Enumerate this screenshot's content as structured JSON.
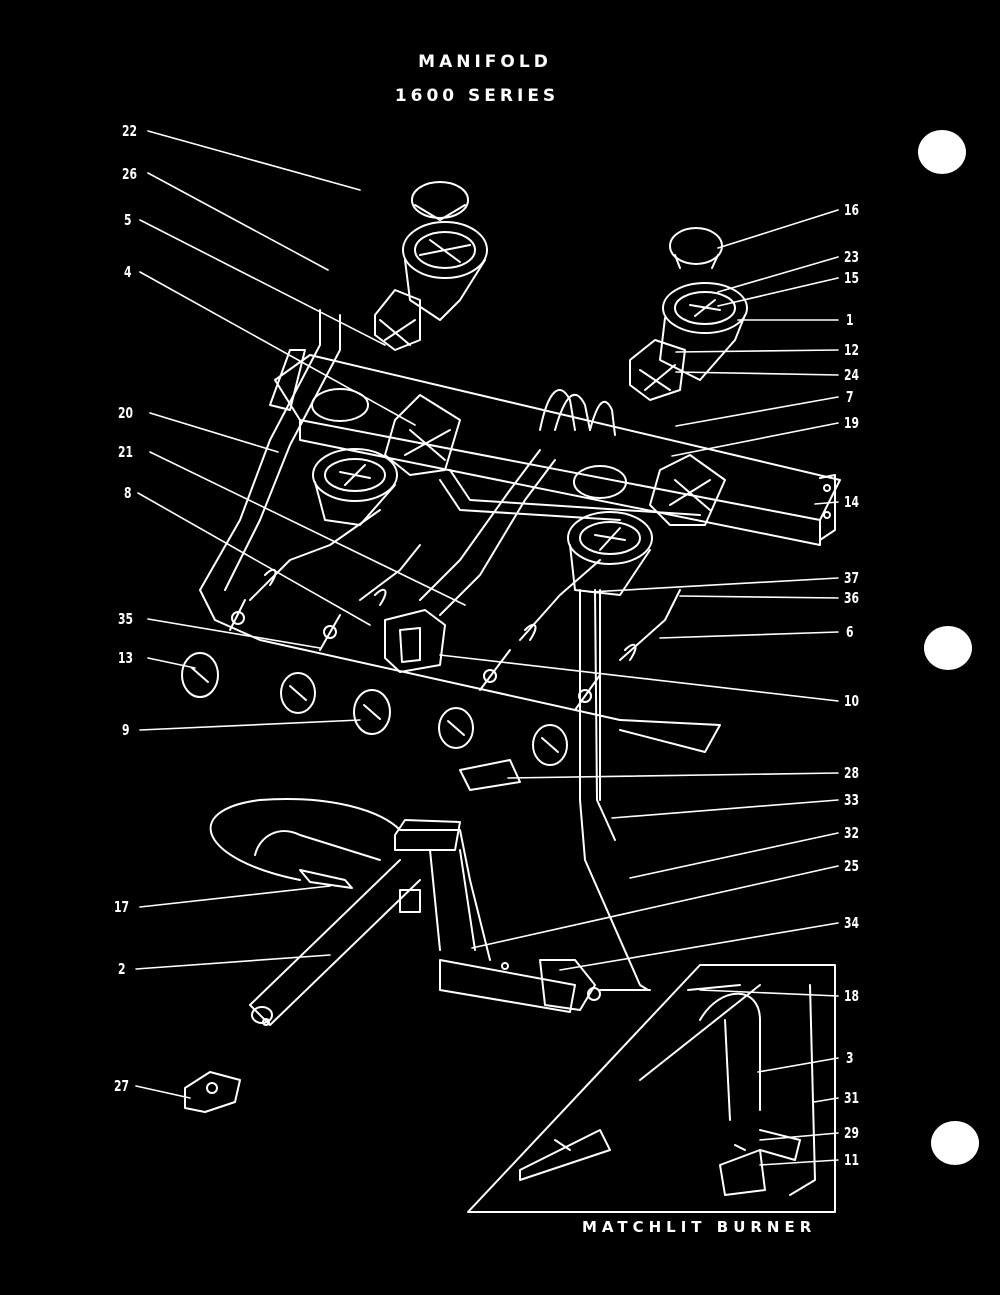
{
  "header": {
    "title": "MANIFOLD",
    "subtitle": "1600 SERIES"
  },
  "inset_label": "MATCHLIT BURNER",
  "callouts": {
    "c22": "22",
    "c26": "26",
    "c5": "5",
    "c4": "4",
    "c20": "20",
    "c21": "21",
    "c8": "8",
    "c35": "35",
    "c13": "13",
    "c9": "9",
    "c17": "17",
    "c2": "2",
    "c27": "27",
    "c16": "16",
    "c23": "23",
    "c15": "15",
    "c1": "1",
    "c12": "12",
    "c24": "24",
    "c7": "7",
    "c19": "19",
    "c14": "14",
    "c37": "37",
    "c36": "36",
    "c6": "6",
    "c10": "10",
    "c28": "28",
    "c33": "33",
    "c32": "32",
    "c25": "25",
    "c34": "34",
    "c18": "18",
    "c3": "3",
    "c31": "31",
    "c29": "29",
    "c11": "11"
  },
  "colors": {
    "background": "#000000",
    "ink": "#ffffff"
  }
}
